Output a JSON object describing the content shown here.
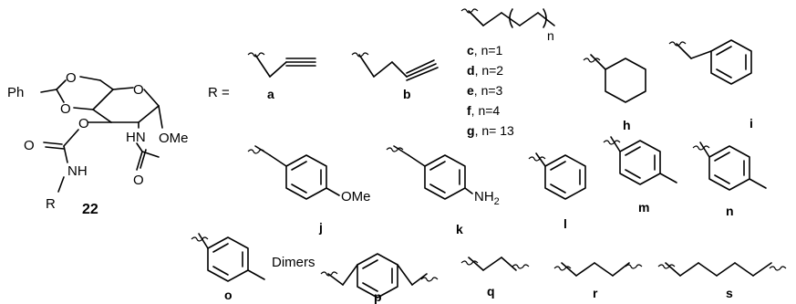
{
  "compound": {
    "number": "22",
    "atoms": {
      "ph": "Ph",
      "o": "O",
      "nh": "NH",
      "hn": "HN",
      "ome": "OMe",
      "r": "R"
    }
  },
  "r_equals": "R =",
  "substituents": {
    "a": "a",
    "b": "b",
    "h": "h",
    "i": "i",
    "n_subscript": "n",
    "chain_labels": [
      {
        "letter": "c",
        "text": "n=1"
      },
      {
        "letter": "d",
        "text": "n=2"
      },
      {
        "letter": "e",
        "text": "n=3"
      },
      {
        "letter": "f",
        "text": "n=4"
      },
      {
        "letter": "g",
        "text": "n= 13"
      }
    ],
    "j": "j",
    "j_group": "OMe",
    "k": "k",
    "k_group": "NH",
    "k_sub": "2",
    "l": "l",
    "m": "m",
    "n": "n",
    "o": "o",
    "dimers_label": "Dimers",
    "p": "p",
    "q": "q",
    "r": "r",
    "s": "s"
  }
}
